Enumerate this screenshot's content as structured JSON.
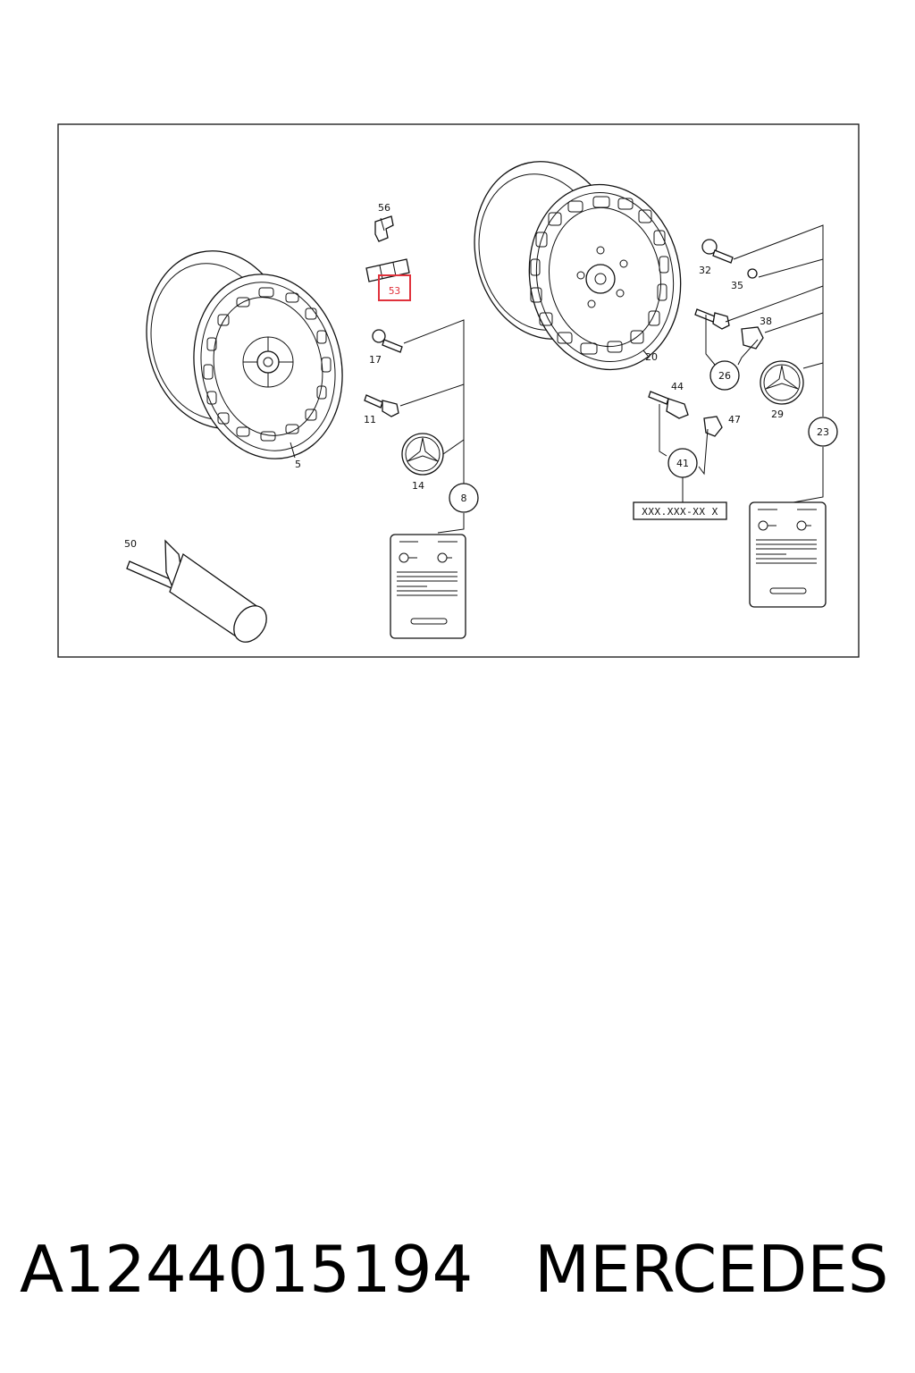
{
  "colors": {
    "line": "#111111",
    "highlight": "#e0323c",
    "background": "#ffffff"
  },
  "callouts": {
    "c5": "5",
    "c8": "8",
    "c11": "11",
    "c14": "14",
    "c17": "17",
    "c20": "20",
    "c23": "23",
    "c26": "26",
    "c29": "29",
    "c32": "32",
    "c35": "35",
    "c38": "38",
    "c41": "41",
    "c44": "44",
    "c47": "47",
    "c50": "50",
    "c53": "53",
    "c56": "56"
  },
  "highlighted_callout": "53",
  "placeholder_code": "XXX.XXX-XX X",
  "caption": {
    "part_number": "A1244015194",
    "brand": "MERCEDES"
  }
}
